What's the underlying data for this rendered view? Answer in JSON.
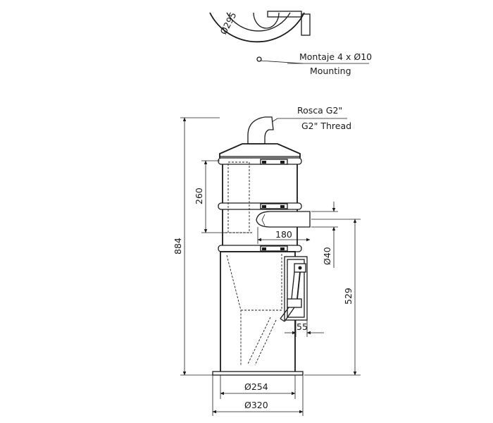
{
  "top_view": {
    "dia_295": "Ø295",
    "mounting_es": "Montaje 4 x Ø10",
    "mounting_en": "Mounting"
  },
  "thread": {
    "es": "Rosca G2\"",
    "en": "G2\" Thread"
  },
  "dimensions": {
    "overall_height": "884",
    "section_260": "260",
    "inlet_180": "180",
    "inlet_dia_40": "Ø40",
    "height_529": "529",
    "offset_55": "55",
    "base_254": "Ø254",
    "base_320": "Ø320"
  }
}
